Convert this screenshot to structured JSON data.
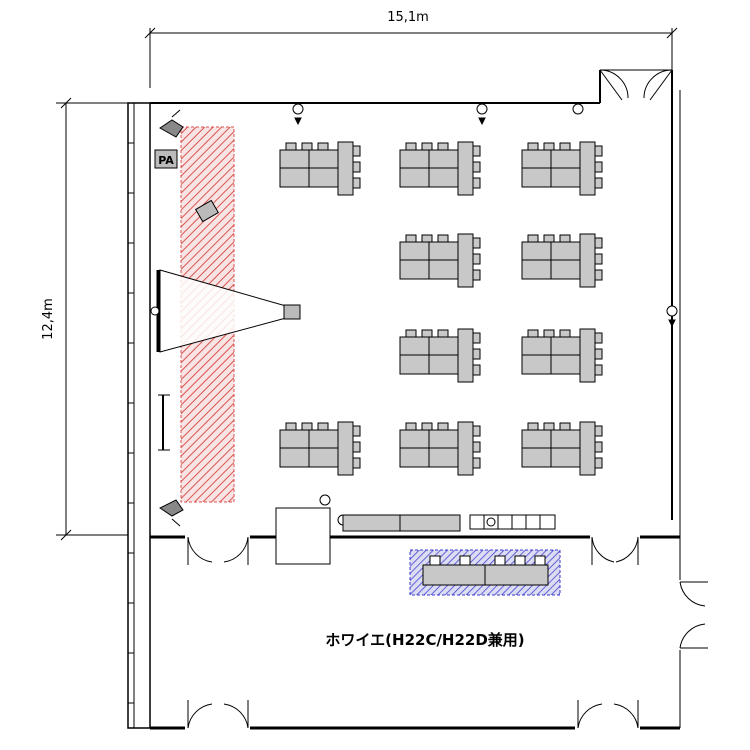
{
  "dimensions": {
    "width_label": "15,1m",
    "height_label": "12,4m"
  },
  "labels": {
    "pa_label": "PA",
    "foyer_label": "ホワイエ(H22C/H22D兼用)"
  },
  "table_groups": {
    "count": 10,
    "layout": "classroom"
  },
  "colors": {
    "wall": "#000000",
    "stage_hatch": "#d9534f",
    "stage_fill": "#f7dede",
    "table_fill": "#c8c8c8",
    "counter_hatch": "#3a3ad0",
    "counter_fill": "#dcdcf2",
    "grid_panel": "#ffffff",
    "line": "#000000"
  }
}
